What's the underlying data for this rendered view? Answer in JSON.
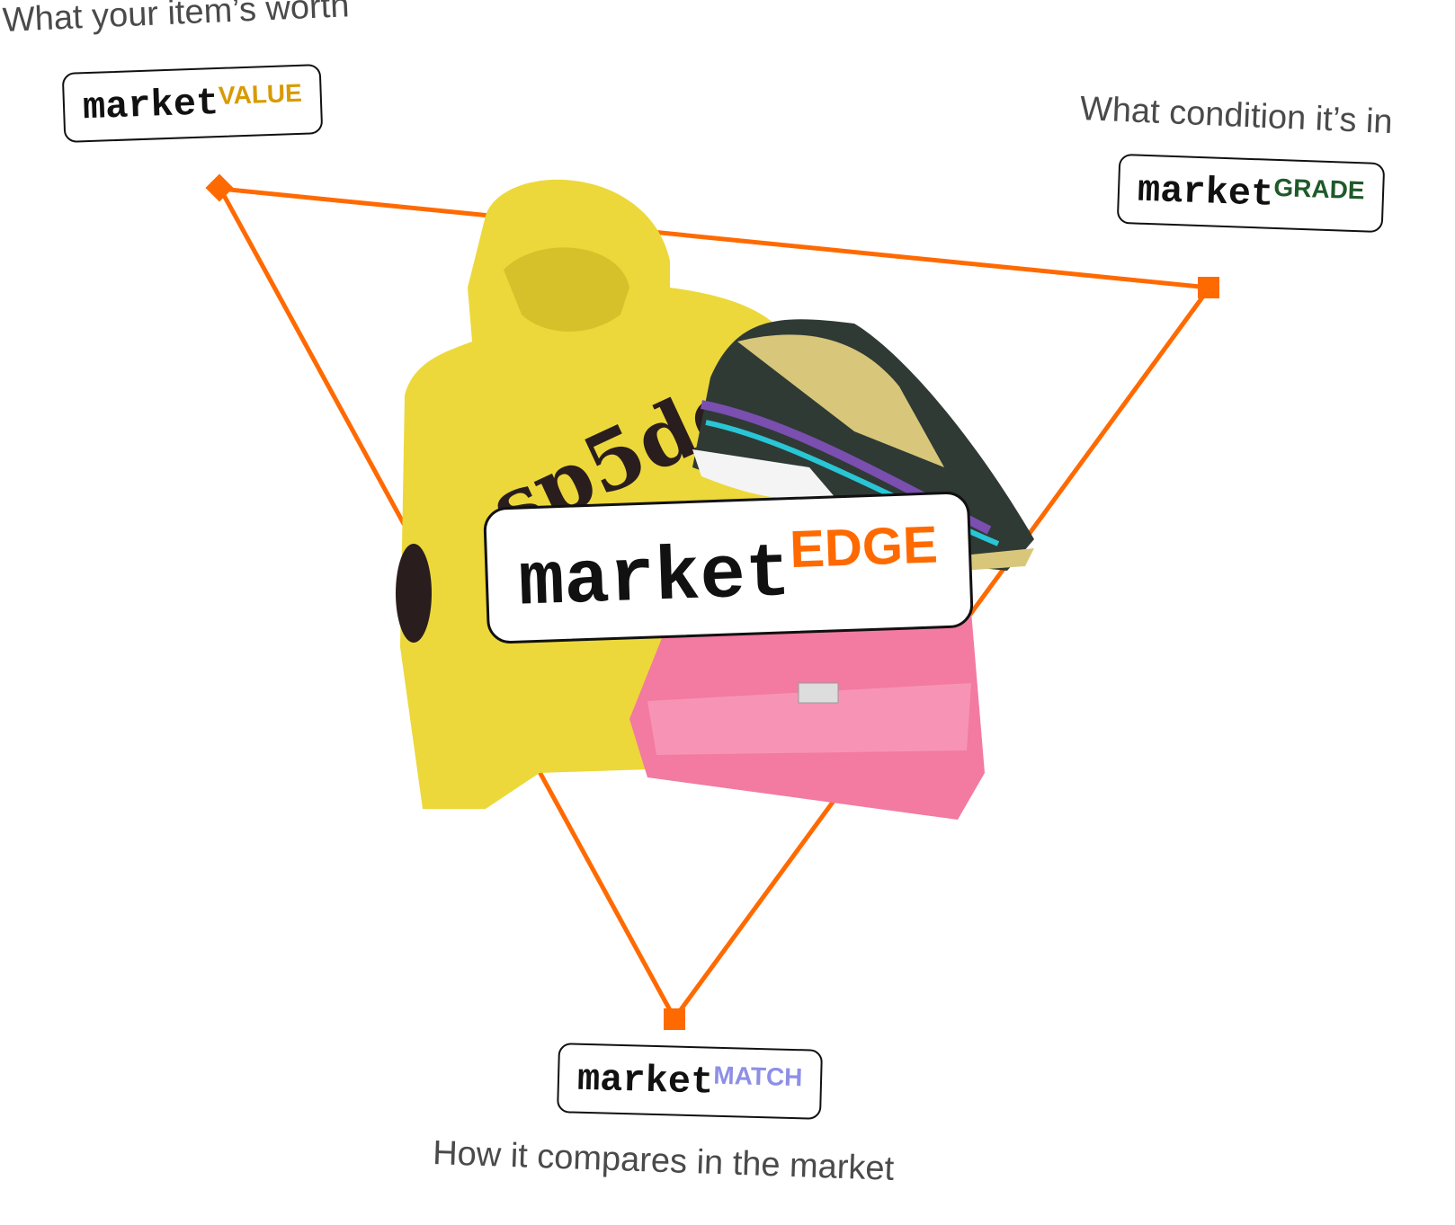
{
  "pillars": [
    {
      "caption": "What your item’s worth",
      "brand": "market",
      "suffix": "VALUE",
      "color": "#d99a00"
    },
    {
      "caption": "What condition it’s in",
      "brand": "market",
      "suffix": "GRADE",
      "color": "#1f5a2a"
    },
    {
      "caption": "How it compares in the market",
      "brand": "market",
      "suffix": "MATCH",
      "color": "#8d8fe6"
    }
  ],
  "center": {
    "brand": "market",
    "suffix": "EDGE",
    "color": "#ff6a00"
  },
  "accent": "#ff6a00"
}
